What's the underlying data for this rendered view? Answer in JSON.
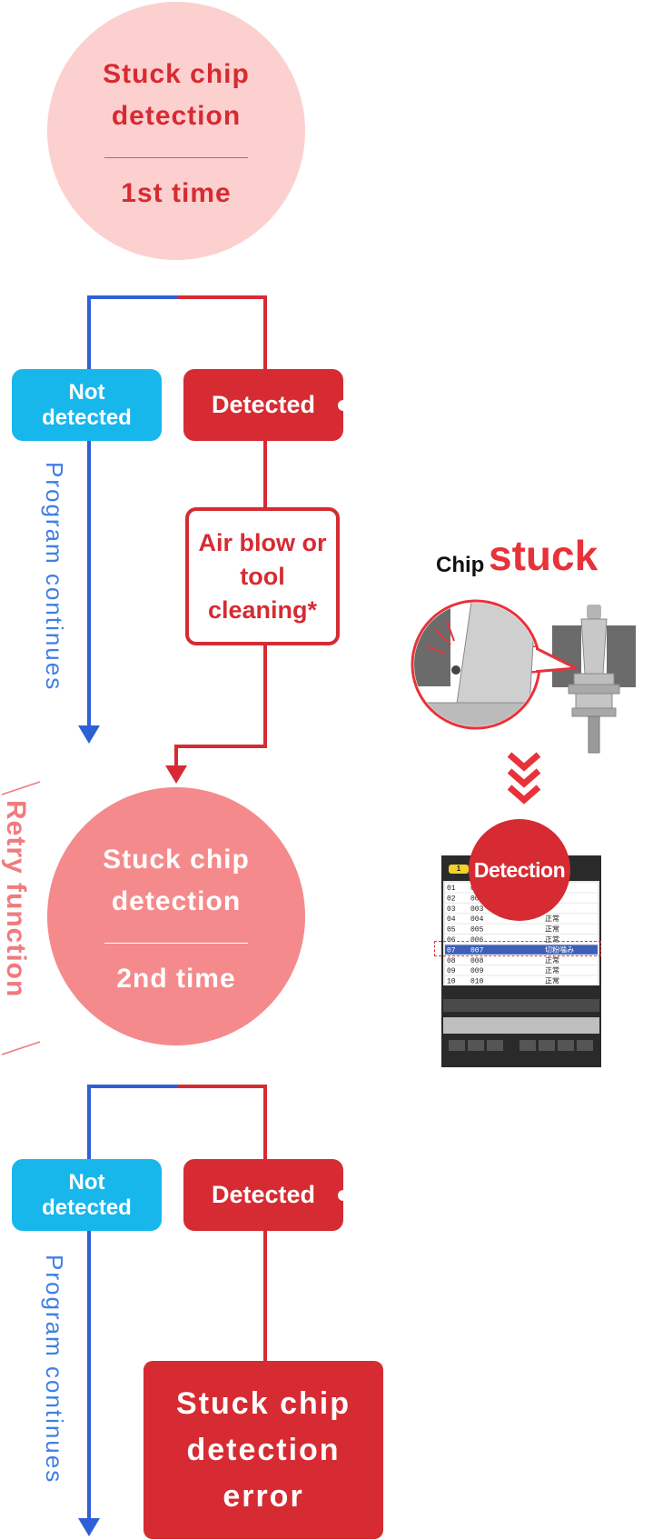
{
  "step1": {
    "title": "Stuck chip detection",
    "count": "1st time"
  },
  "step2": {
    "title": "Stuck chip detection",
    "count": "2nd time"
  },
  "branch1": {
    "not_detected": "Not detected",
    "detected": "Detected",
    "continues": "Program continues"
  },
  "branch2": {
    "not_detected": "Not detected",
    "detected": "Detected",
    "continues": "Program continues"
  },
  "action": {
    "label": "Air blow or tool cleaning*"
  },
  "error": {
    "label": "Stuck chip detection error"
  },
  "retry": {
    "label": "Retry function"
  },
  "illustration": {
    "chip_label": "Chip",
    "stuck_label": "stuck",
    "detection_label": "Detection"
  },
  "screen": {
    "tab": "1",
    "rows": [
      {
        "num": "01",
        "code": "001",
        "status": ""
      },
      {
        "num": "02",
        "code": "002",
        "status": ""
      },
      {
        "num": "03",
        "code": "003",
        "status": ""
      },
      {
        "num": "04",
        "code": "004",
        "status": "正常"
      },
      {
        "num": "05",
        "code": "005",
        "status": "正常"
      },
      {
        "num": "06",
        "code": "006",
        "status": "正常"
      },
      {
        "num": "07",
        "code": "007",
        "status": "切粉噛み"
      },
      {
        "num": "08",
        "code": "008",
        "status": "正常"
      },
      {
        "num": "09",
        "code": "009",
        "status": "正常"
      },
      {
        "num": "10",
        "code": "010",
        "status": "正常"
      }
    ]
  },
  "colors": {
    "red": "#d62b32",
    "blue_line": "#2f5fd6",
    "cyan": "#17b7ec",
    "pink_light": "#fdd0d0",
    "pink": "#f58a8c"
  }
}
